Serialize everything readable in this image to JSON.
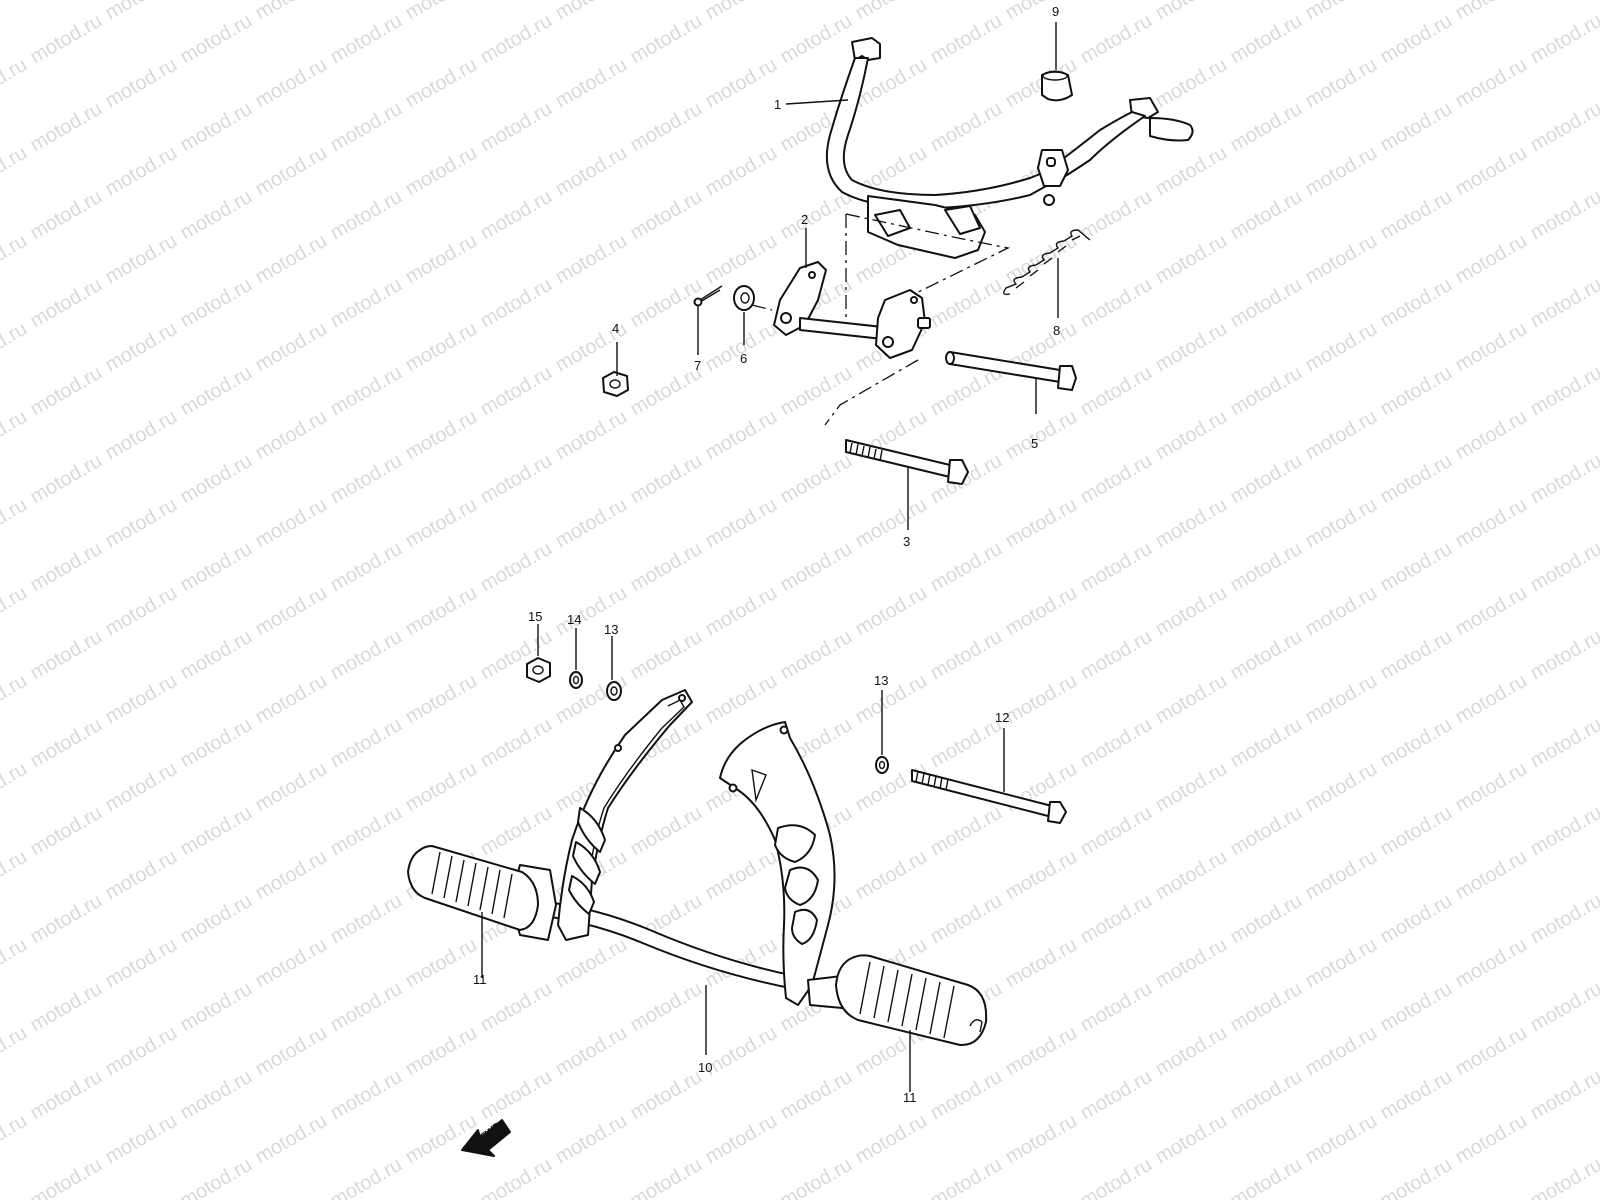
{
  "watermark": "motod.ru",
  "callouts": {
    "c1": "1",
    "c2": "2",
    "c3": "3",
    "c4": "4",
    "c5": "5",
    "c6": "6",
    "c7": "7",
    "c8": "8",
    "c9": "9",
    "c10": "10",
    "c11a": "11",
    "c11b": "11",
    "c12": "12",
    "c13a": "13",
    "c13b": "13",
    "c14": "14",
    "c15": "15"
  },
  "direction_badge": "FWD"
}
